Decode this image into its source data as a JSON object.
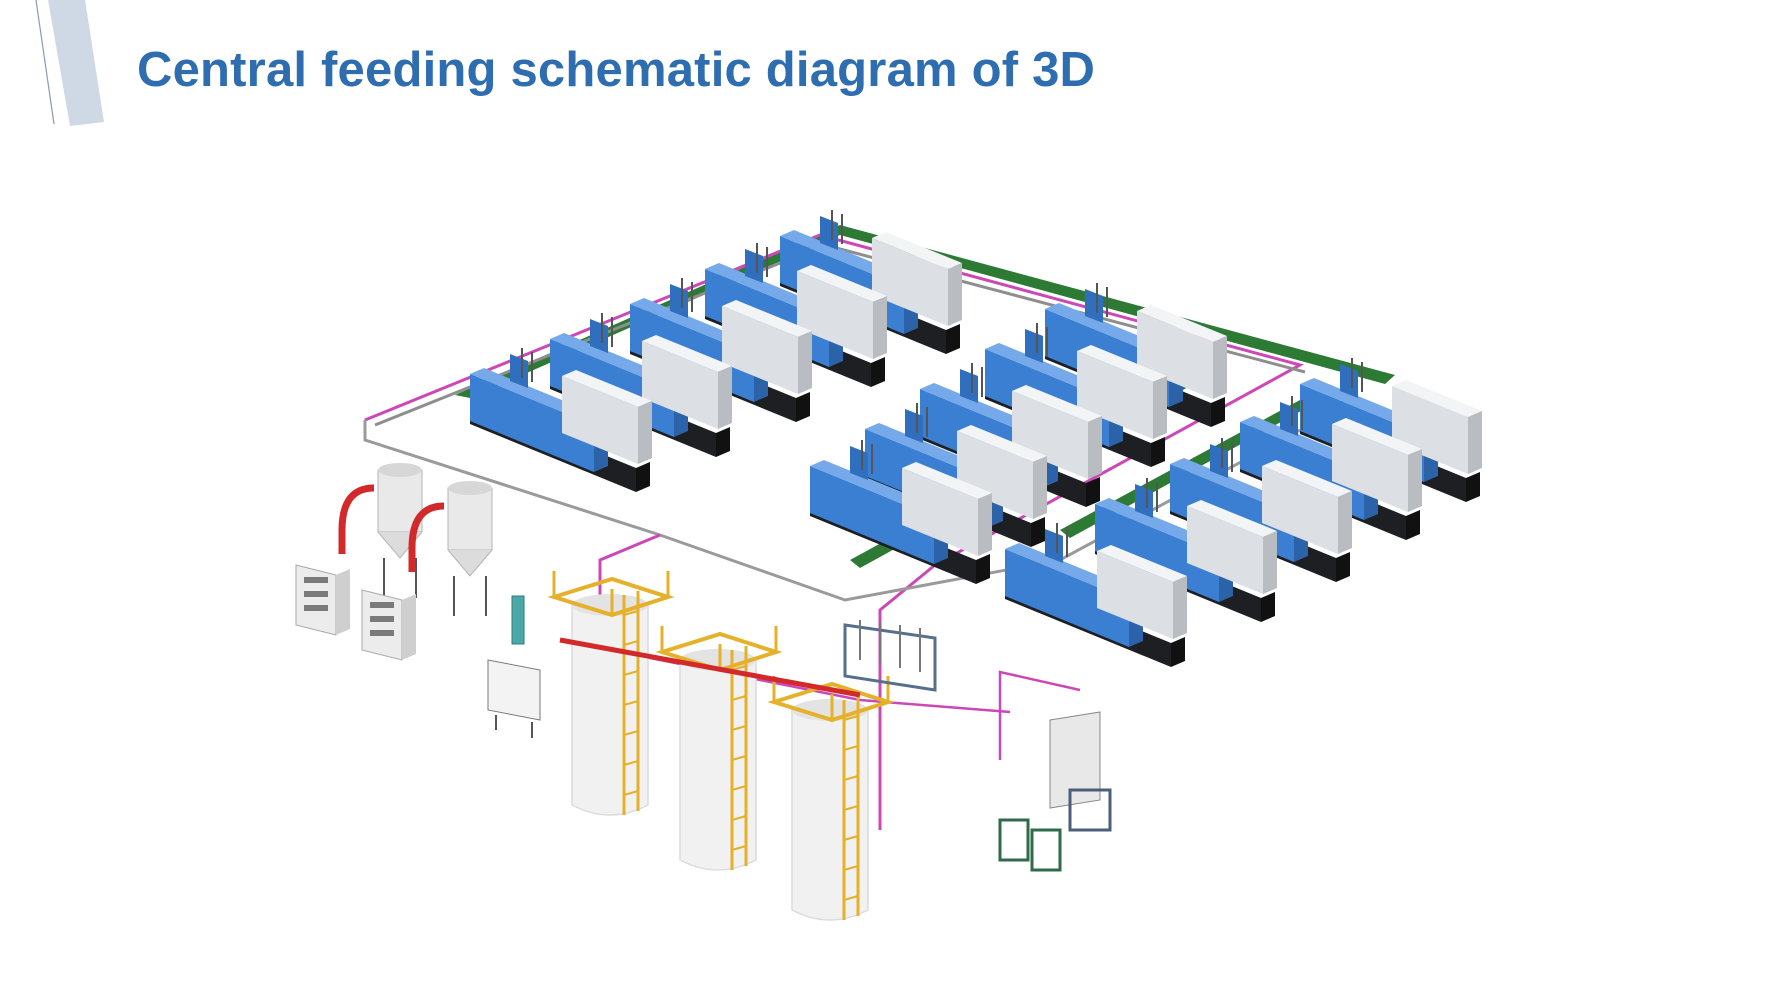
{
  "slide": {
    "title": "Central feeding schematic diagram of 3D"
  },
  "colors": {
    "title": "#2e6db0",
    "accent_bar": "#cfd9e6",
    "machine_blue": "#3b7fd2",
    "machine_gray": "#d9dcdf",
    "rail_green": "#2d7a35",
    "pipe_magenta": "#cc47b7",
    "pipe_gray": "#8e8e8e",
    "ladder_yellow": "#e6b12a",
    "dryer_red": "#d22a2a"
  },
  "icons": [
    "slide-accent-bar",
    "injection-machine",
    "storage-silo",
    "dryer-unit",
    "control-cabinet"
  ]
}
